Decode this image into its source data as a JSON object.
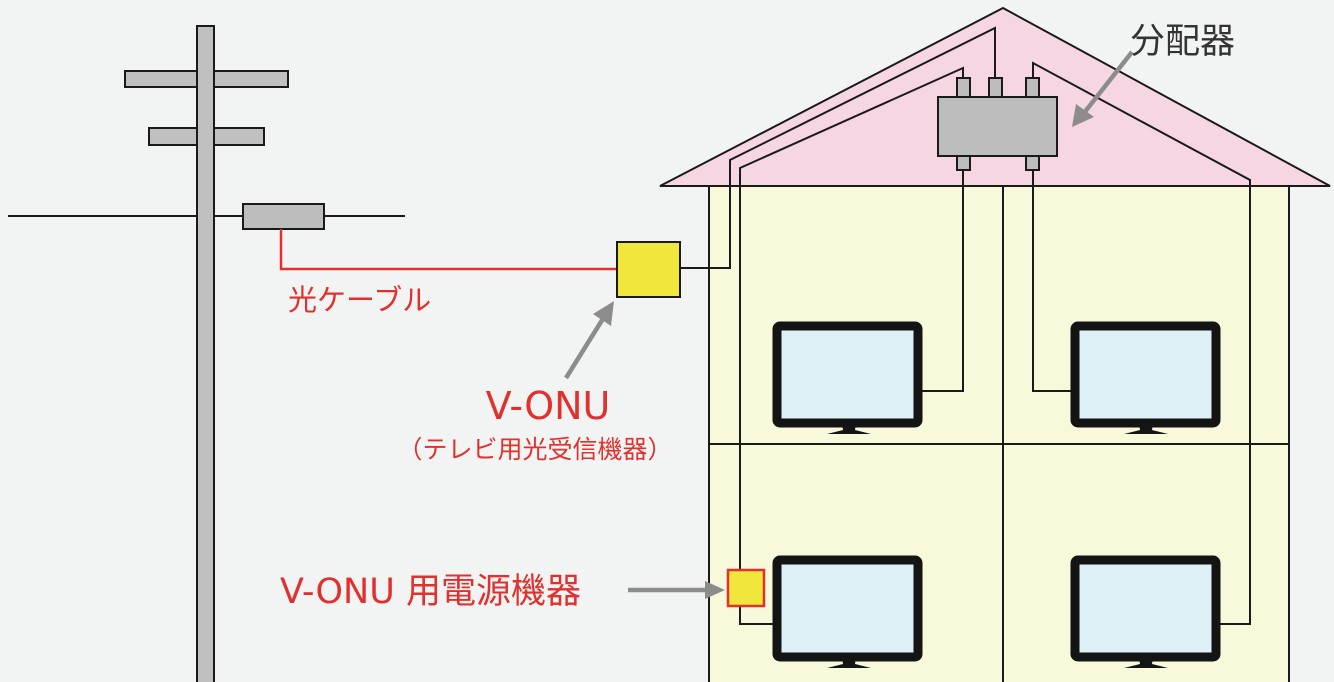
{
  "labels": {
    "splitter": "分配器",
    "optical_cable": "光ケーブル",
    "vonu": "V-ONU",
    "vonu_desc": "（テレビ用光受信機器）",
    "vonu_power": "V-ONU 用電源機器"
  },
  "colors": {
    "background": "#f2f4f3",
    "roof": "#f5d6e2",
    "wall": "#f8f8da",
    "device_yellow": "#f0e63c",
    "optical_cable": "#e0312f",
    "label_red": "#e0312f",
    "label_dark": "#333333",
    "pole": "#c0c0c0",
    "splitter": "#bdbdbd",
    "tv_screen": "#dcf0f5",
    "tv_frame": "#141414",
    "arrow": "#8c8c8c"
  },
  "icons": {
    "pole": "utility-pole-icon",
    "tv": "television-icon",
    "splitter": "splitter-icon",
    "vonu": "vonu-device-icon",
    "power": "power-unit-icon"
  }
}
